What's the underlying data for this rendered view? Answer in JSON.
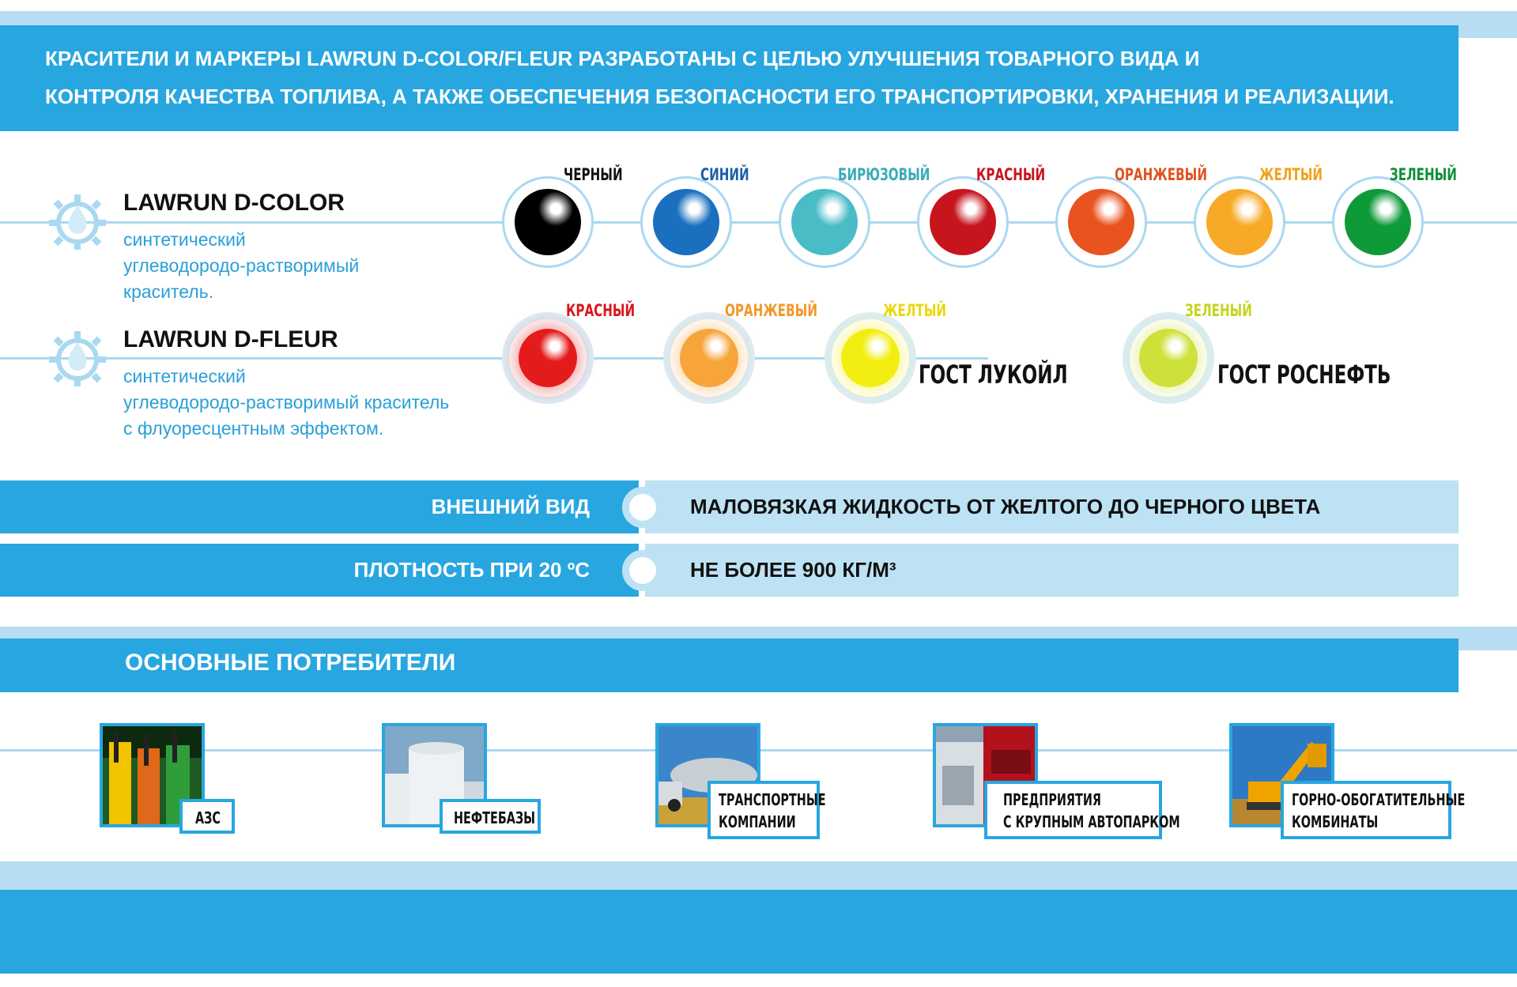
{
  "banner": {
    "line1": "КРАСИТЕЛИ И МАРКЕРЫ LAWRUN D-COLOR/FLEUR РАЗРАБОТАНЫ С ЦЕЛЬЮ УЛУЧШЕНИЯ  ТОВАРНОГО ВИДА И",
    "line2": "КОНТРОЛЯ КАЧЕСТВА ТОПЛИВА, А ТАКЖЕ ОБЕСПЕЧЕНИЯ БЕЗОПАСНОСТИ ЕГО ТРАНСПОРТИРОВКИ, ХРАНЕНИЯ И РЕАЛИЗАЦИИ."
  },
  "products": {
    "dcolor": {
      "title": "LAWRUN D-COLOR",
      "desc1": "синтетический",
      "desc2": "углеводородо-растворимый",
      "desc3": "краситель.",
      "colors": [
        {
          "name": "ЧЕРНЫЙ",
          "color": "#000000",
          "label_color": "#111111"
        },
        {
          "name": "СИНИЙ",
          "color": "#1a6fbe",
          "label_color": "#1a5fa8"
        },
        {
          "name": "БИРЮЗОВЫЙ",
          "color": "#49bcc6",
          "label_color": "#3aaab8"
        },
        {
          "name": "КРАСНЫЙ",
          "color": "#c7151e",
          "label_color": "#c7151e"
        },
        {
          "name": "ОРАНЖЕВЫЙ",
          "color": "#e8531f",
          "label_color": "#e0531f"
        },
        {
          "name": "ЖЕЛТЫЙ",
          "color": "#f7a928",
          "label_color": "#f0a21e"
        },
        {
          "name": "ЗЕЛЕНЫЙ",
          "color": "#0f9a3a",
          "label_color": "#0f8e38"
        }
      ]
    },
    "dfleur": {
      "title": "LAWRUN D-FLEUR",
      "desc1": "синтетический",
      "desc2": "углеводородо-растворимый краситель",
      "desc3": "с флуоресцентным эффектом.",
      "colors": [
        {
          "name": "КРАСНЫЙ",
          "color": "#e41b1b",
          "label_color": "#d8161c"
        },
        {
          "name": "ОРАНЖЕВЫЙ",
          "color": "#f7a43a",
          "label_color": "#f3972a"
        },
        {
          "name": "ЖЕЛТЫЙ",
          "color": "#f3ee12",
          "label_color": "#e9d80c"
        },
        {
          "name": "ЗЕЛЕНЫЙ",
          "color": "#cde13a",
          "label_color": "#c5d41c"
        }
      ],
      "gost1": "ГОСТ ЛУКОЙЛ",
      "gost2": "ГОСТ РОСНЕФТЬ"
    }
  },
  "specs": [
    {
      "label": "ВНЕШНИЙ ВИД",
      "value": "МАЛОВЯЗКАЯ ЖИДКОСТЬ ОТ ЖЕЛТОГО ДО ЧЕРНОГО ЦВЕТА"
    },
    {
      "label": "ПЛОТНОСТЬ ПРИ 20 ºС",
      "value": "НЕ БОЛЕЕ 900 КГ/М³"
    }
  ],
  "consumers": {
    "title": "ОСНОВНЫЕ ПОТРЕБИТЕЛИ",
    "items": [
      {
        "line1": "АЗС",
        "line2": ""
      },
      {
        "line1": "НЕФТЕБАЗЫ",
        "line2": ""
      },
      {
        "line1": "ТРАНСПОРТНЫЕ",
        "line2": "КОМПАНИИ"
      },
      {
        "line1": "ПРЕДПРИЯТИЯ",
        "line2": "С КРУПНЫМ АВТОПАРКОМ"
      },
      {
        "line1": "ГОРНО-ОБОГАТИТЕЛЬНЫЕ",
        "line2": "КОМБИНАТЫ"
      }
    ]
  }
}
